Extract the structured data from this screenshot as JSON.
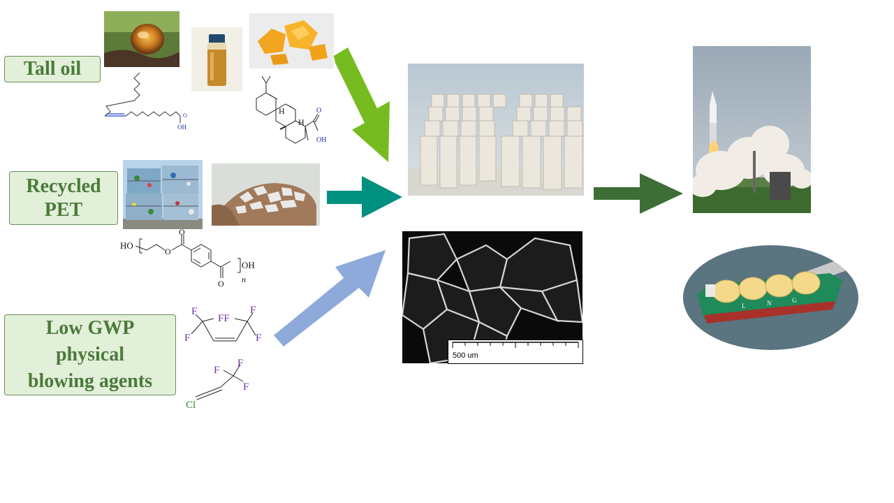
{
  "inputs": {
    "tall_oil": {
      "label": "Tall oil"
    },
    "recycled_pet": {
      "label_lines": [
        "Recycled",
        "PET"
      ]
    },
    "blowing_agents": {
      "label_lines": [
        "Low GWP",
        "physical",
        "blowing agents"
      ]
    }
  },
  "structures": {
    "oleic_acid_oh": "OH",
    "abietic_acid_h1": "H",
    "abietic_acid_h2": "H",
    "abietic_acid_oh": "OH",
    "pet_ho": "HO",
    "pet_oh": "OH",
    "pet_n": "n",
    "fluoro_f": "F",
    "fluoro_ff": "FF",
    "cl": "Cl"
  },
  "sem": {
    "scale_label": "500 um"
  },
  "colors": {
    "label_fill": "#e2efd9",
    "label_text": "#4a7a3a",
    "arrow_tall_oil": "#76bb1f",
    "arrow_pet": "#009080",
    "arrow_blowing": "#8eaadb",
    "arrow_output": "#3c6e35",
    "fluorine": "#7030a0",
    "chlorine": "#2e8b2e"
  }
}
